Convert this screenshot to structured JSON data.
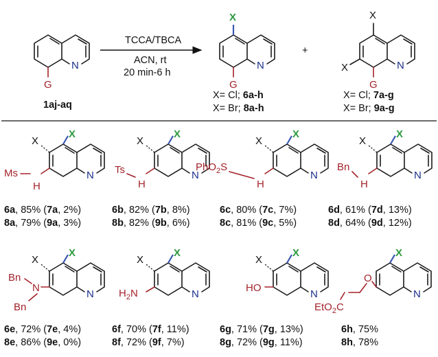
{
  "scheme": {
    "reactant_label": "1aj-aq",
    "reagent_line1": "TCCA/TBCA",
    "reagent_line2": "ACN, rt",
    "reagent_line3": "20 min-6 h",
    "plus": "+",
    "product1_line1_prefix": "X= Cl; ",
    "product1_line1_code": "6a-h",
    "product1_line2_prefix": "X= Br; ",
    "product1_line2_code": "8a-h",
    "product2_line1_prefix": "X= Cl; ",
    "product2_line1_code": "7a-g",
    "product2_line2_prefix": "X= Br; ",
    "product2_line2_code": "9a-g"
  },
  "atoms": {
    "G": "G",
    "X": "X",
    "N": "N",
    "H": "H",
    "Ms": "Ms",
    "Ts": "Ts",
    "PhO2S": "PhO",
    "PhO2S_sub": "2",
    "PhO2S_tail": "S",
    "Bn": "Bn",
    "H2N": "H",
    "H2N_sub": "2",
    "H2N_tail": "N",
    "HO": "HO",
    "O": "O",
    "EtO2C": "EtO",
    "EtO2C_sub": "2",
    "EtO2C_tail": "C"
  },
  "results": [
    {
      "l1": [
        "6a",
        ", 85% (",
        "7a",
        ", 2%)"
      ],
      "l2": [
        "8a",
        ", 79% (",
        "9a",
        ", 3%)"
      ]
    },
    {
      "l1": [
        "6b",
        ", 82% (",
        "7b",
        ", 8%)"
      ],
      "l2": [
        "8b",
        ", 82% (",
        "9b",
        ", 6%)"
      ]
    },
    {
      "l1": [
        "6c",
        ", 80% (",
        "7c",
        ", 7%)"
      ],
      "l2": [
        "8c",
        ", 81% (",
        "9c",
        ", 5%)"
      ]
    },
    {
      "l1": [
        "6d",
        ", 61% (",
        "7d",
        ", 13%)"
      ],
      "l2": [
        "8d",
        ", 64% (",
        "9d",
        ", 12%)"
      ]
    },
    {
      "l1": [
        "6e",
        ", 72% (",
        "7e",
        ", 4%)"
      ],
      "l2": [
        "8e",
        ", 86% (",
        "9e",
        ", 0%)"
      ]
    },
    {
      "l1": [
        "6f",
        ", 70% (",
        "7f",
        ", 11%)"
      ],
      "l2": [
        "8f",
        ", 72% (",
        "9f",
        ", 7%)"
      ]
    },
    {
      "l1": [
        "6g",
        ", 71% (",
        "7g",
        ", 13%)"
      ],
      "l2": [
        "8g",
        ", 72% (",
        "9g",
        ", 11%)"
      ]
    },
    {
      "l1": [
        "6h",
        ", 75%",
        "",
        ""
      ],
      "l2": [
        "8h",
        ", 78%",
        "",
        ""
      ]
    }
  ]
}
